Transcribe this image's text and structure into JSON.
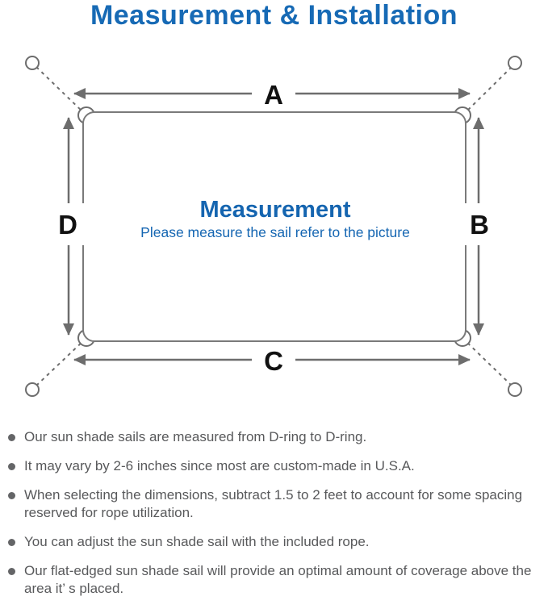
{
  "page": {
    "background": "#ffffff"
  },
  "colors": {
    "accent_blue": "#176ab5",
    "line_gray": "#6d6d6d",
    "text_gray": "#58595b",
    "label_black": "#111111"
  },
  "header": {
    "title": "Measurement & Installation"
  },
  "diagram": {
    "labels": {
      "top": "A",
      "right": "B",
      "bottom": "C",
      "left": "D"
    },
    "center_title": "Measurement",
    "center_subtitle": "Please measure the sail refer to the picture"
  },
  "notes": [
    "Our sun shade sails are measured from D-ring to D-ring.",
    "It may vary by 2-6 inches since most are custom-made in U.S.A.",
    "When selecting the dimensions, subtract 1.5 to 2 feet to account for some spacing reserved for rope utilization.",
    "You can adjust the sun shade sail with the included rope.",
    "Our flat-edged sun shade sail will provide an optimal amount of coverage above the area it’ s placed."
  ]
}
